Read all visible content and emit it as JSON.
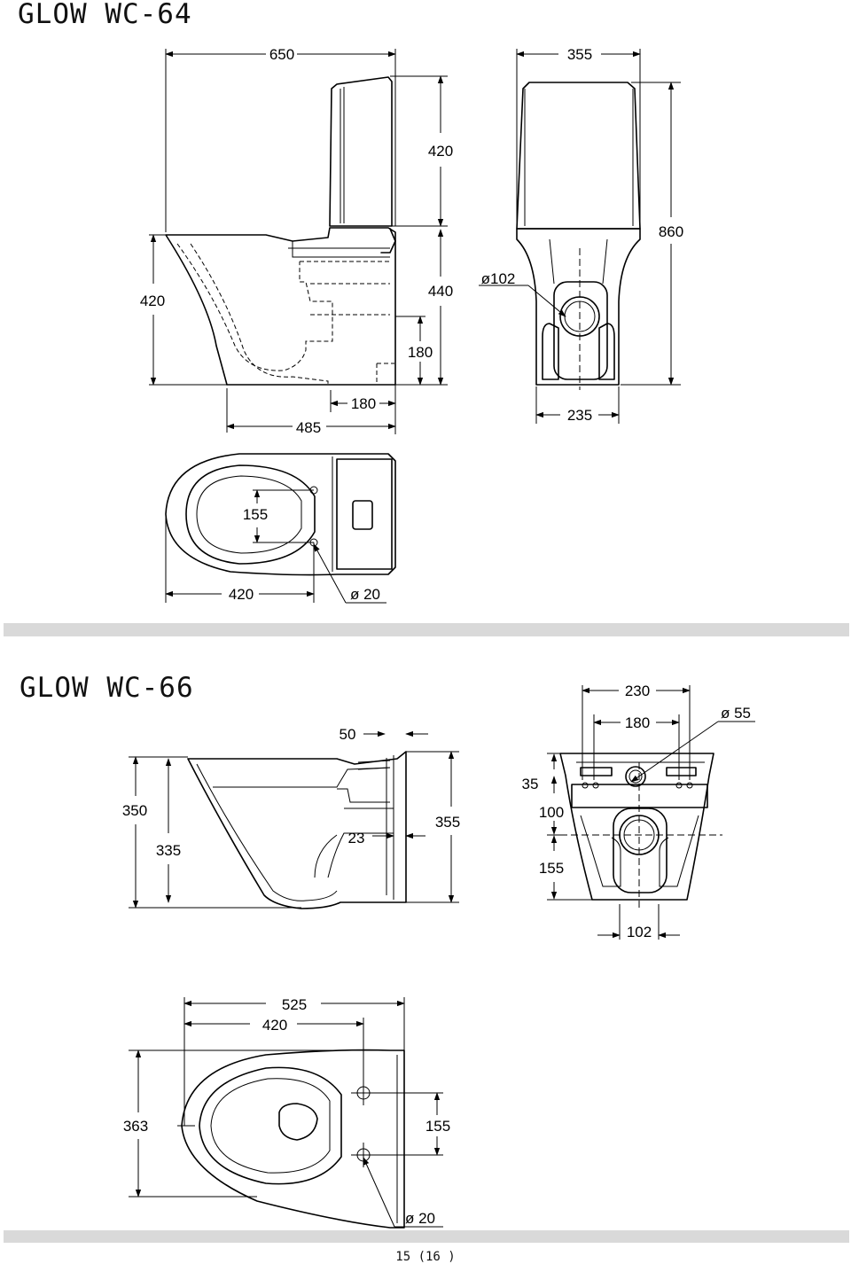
{
  "wc64": {
    "title": "GLOW WC-64",
    "side": {
      "d650": "650",
      "d420_top": "420",
      "d420_left": "420",
      "d440": "440",
      "d180_right": "180",
      "d180_bottom": "180",
      "d485": "485"
    },
    "front": {
      "d355": "355",
      "d860": "860",
      "d102": "ø102",
      "d235": "235"
    },
    "plan": {
      "d155": "155",
      "d420": "420",
      "d20": "ø 20"
    }
  },
  "wc66": {
    "title": "GLOW WC-66",
    "side": {
      "d50": "50",
      "d350": "350",
      "d335": "335",
      "d23": "23",
      "d355": "355"
    },
    "back": {
      "d230": "230",
      "d180": "180",
      "d55": "ø 55",
      "d35": "35",
      "d100": "100",
      "d155": "155",
      "d102": "102"
    },
    "plan": {
      "d525": "525",
      "d420": "420",
      "d363": "363",
      "d155": "155",
      "d20": "ø 20"
    }
  },
  "footer": {
    "page": "15 (16 )"
  }
}
